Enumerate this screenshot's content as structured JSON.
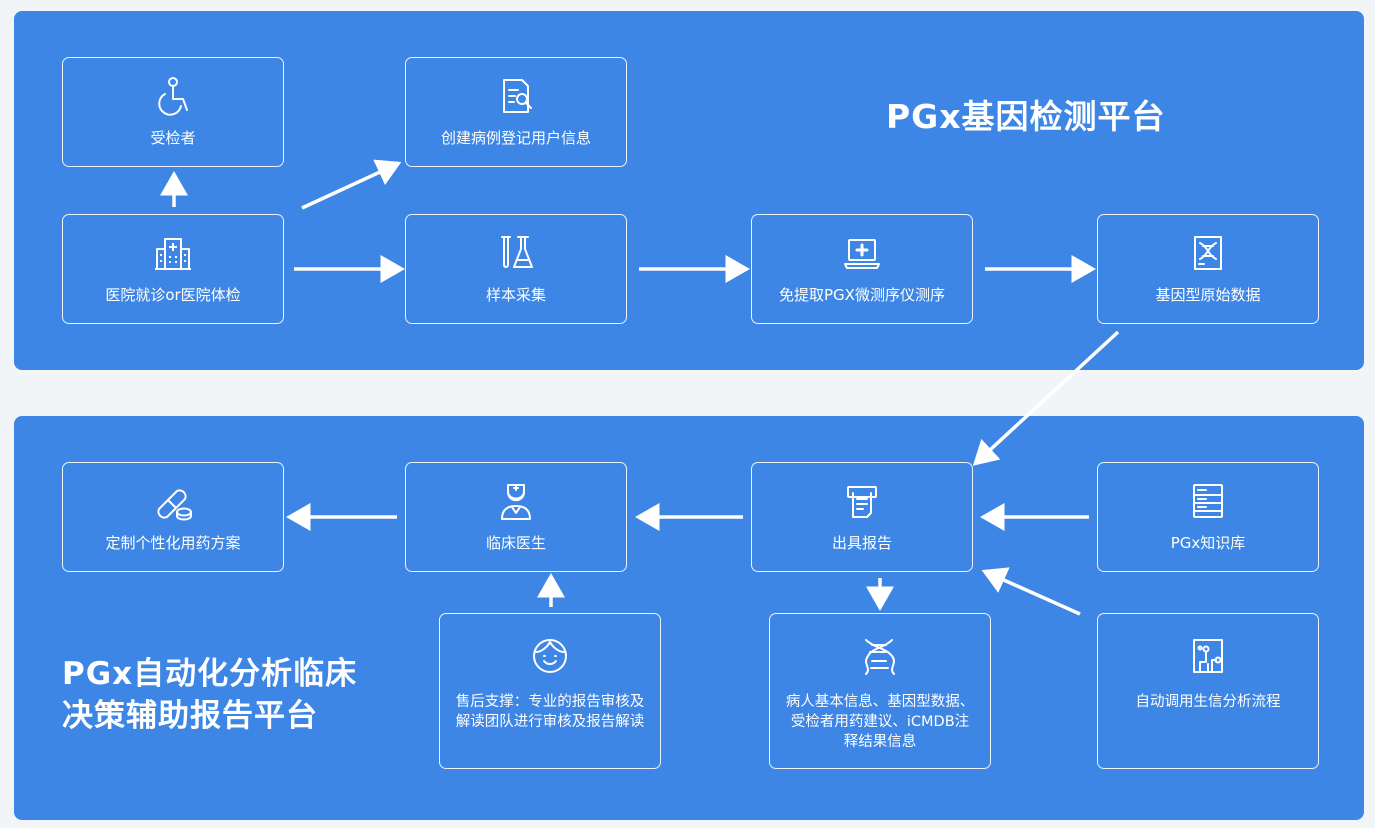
{
  "top_title": "PGx基因检测平台",
  "bottom_title_line1": "PGx自动化分析临床",
  "bottom_title_line2": "决策辅助报告平台",
  "nodes": {
    "subject": "受检者",
    "create_case": "创建病例登记用户信息",
    "hospital": "医院就诊or医院体检",
    "sample": "样本采集",
    "sequencer": "免提取PGX微测序仪测序",
    "raw_data": "基因型原始数据",
    "plan": "定制个性化用药方案",
    "doctor": "临床医生",
    "report": "出具报告",
    "knowledge_base": "PGx知识库",
    "after_sales": "售后支撑：专业的报告审核及解读团队进行审核及报告解读",
    "report_content": "病人基本信息、基因型数据、受检者用药建议、iCMDB注释结果信息",
    "pipeline": "自动调用生信分析流程"
  },
  "icons": {
    "subject": "wheelchair-person-icon",
    "create_case": "document-search-icon",
    "hospital": "hospital-building-icon",
    "sample": "test-tube-flask-icon",
    "sequencer": "laptop-medical-icon",
    "raw_data": "dna-chart-icon",
    "plan": "pill-capsule-icon",
    "doctor": "doctor-icon",
    "report": "printer-report-icon",
    "knowledge_base": "database-server-icon",
    "after_sales": "support-agent-icon",
    "report_content": "dna-helix-icon",
    "pipeline": "circuit-board-icon"
  },
  "colors": {
    "panel": "#3d86e6",
    "background": "#f2f5f8",
    "foreground": "#ffffff"
  }
}
